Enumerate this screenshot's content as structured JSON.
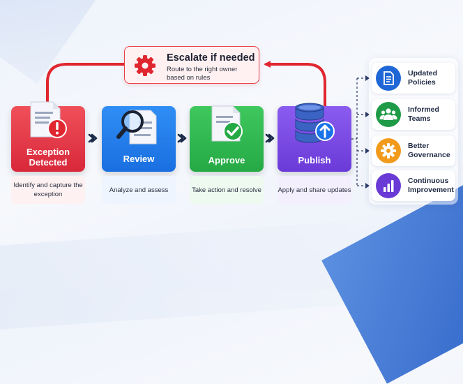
{
  "escalation": {
    "title": "Escalate if needed",
    "subtitle": "Route to the right owner based on rules"
  },
  "stages": [
    {
      "label": "Exception Detected",
      "description": "Identify and capture the exception",
      "color": "#e23344"
    },
    {
      "label": "Review",
      "description": "Analyze and assess",
      "color": "#2a84f0"
    },
    {
      "label": "Approve",
      "description": "Take action and resolve",
      "color": "#34bb53"
    },
    {
      "label": "Publish",
      "description": "Apply and share updates",
      "color": "#7c4ae6"
    }
  ],
  "outcomes": [
    {
      "label": "Updated Policies",
      "icon": "document-icon",
      "color": "#1f66d6"
    },
    {
      "label": "Informed Teams",
      "icon": "team-icon",
      "color": "#1f9a47"
    },
    {
      "label": "Better Governance",
      "icon": "gear-icon",
      "color": "#f19a1b"
    },
    {
      "label": "Continuous Improvement",
      "icon": "bar-chart-icon",
      "color": "#6a3ad6"
    }
  ]
}
